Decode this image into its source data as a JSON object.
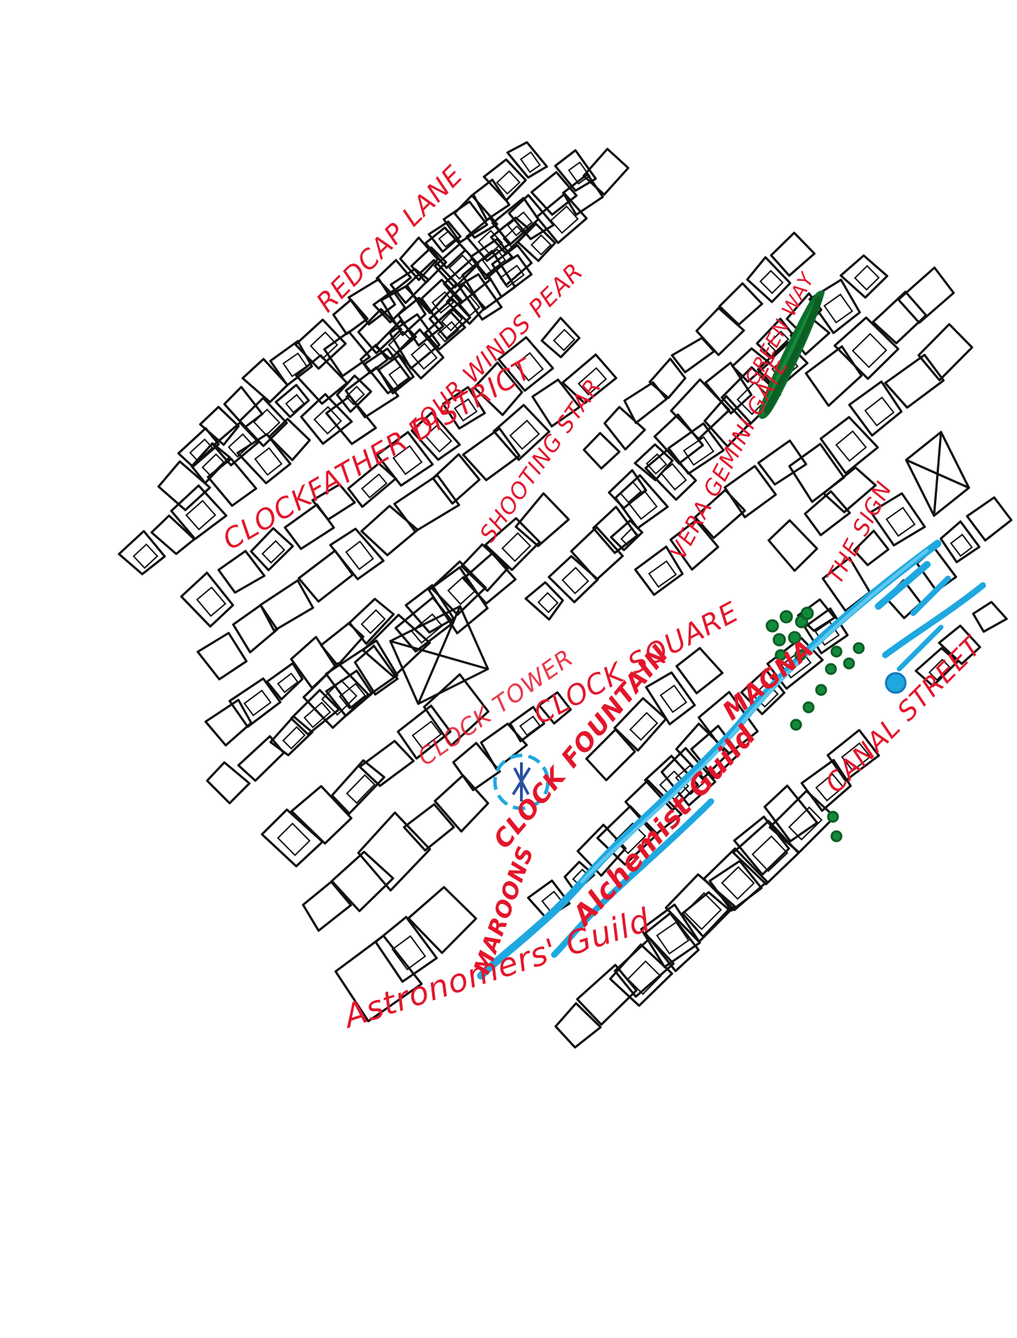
{
  "map": {
    "colors": {
      "ink": "#111111",
      "label": "#e3162b",
      "canal": "#1fa8e0",
      "green": "#138a3a",
      "background": "#ffffff"
    },
    "labels": {
      "redcap_lane": "REDCAP LANE",
      "four_winds_pear": "FOUR WINDS PEAR",
      "clockfather_district": "CLOCKFATHER DISTRICT",
      "shooting_star": "SHOOTING STAR",
      "green_way": "GREEN WAY",
      "vera_gemini_gate": "VERA GEMINI GATE",
      "the_sign": "THE SIGN",
      "clock_square": "CLOCK SQUARE",
      "clock_tower": "CLOCK TOWER",
      "clock_fountain": "CLOCK FOUNTAIN",
      "magna": "MAGNA",
      "canal_street": "CANAL STREET",
      "alchemist_guild": "Alchemist Guild",
      "maroons": "MAROONS",
      "astronomers_guild": "Astronomers' Guild"
    },
    "icons": {
      "fountain": "fountain-icon",
      "trees": "tree-cluster-icon",
      "canal": "canal-icon",
      "greenway": "greenway-icon"
    }
  }
}
